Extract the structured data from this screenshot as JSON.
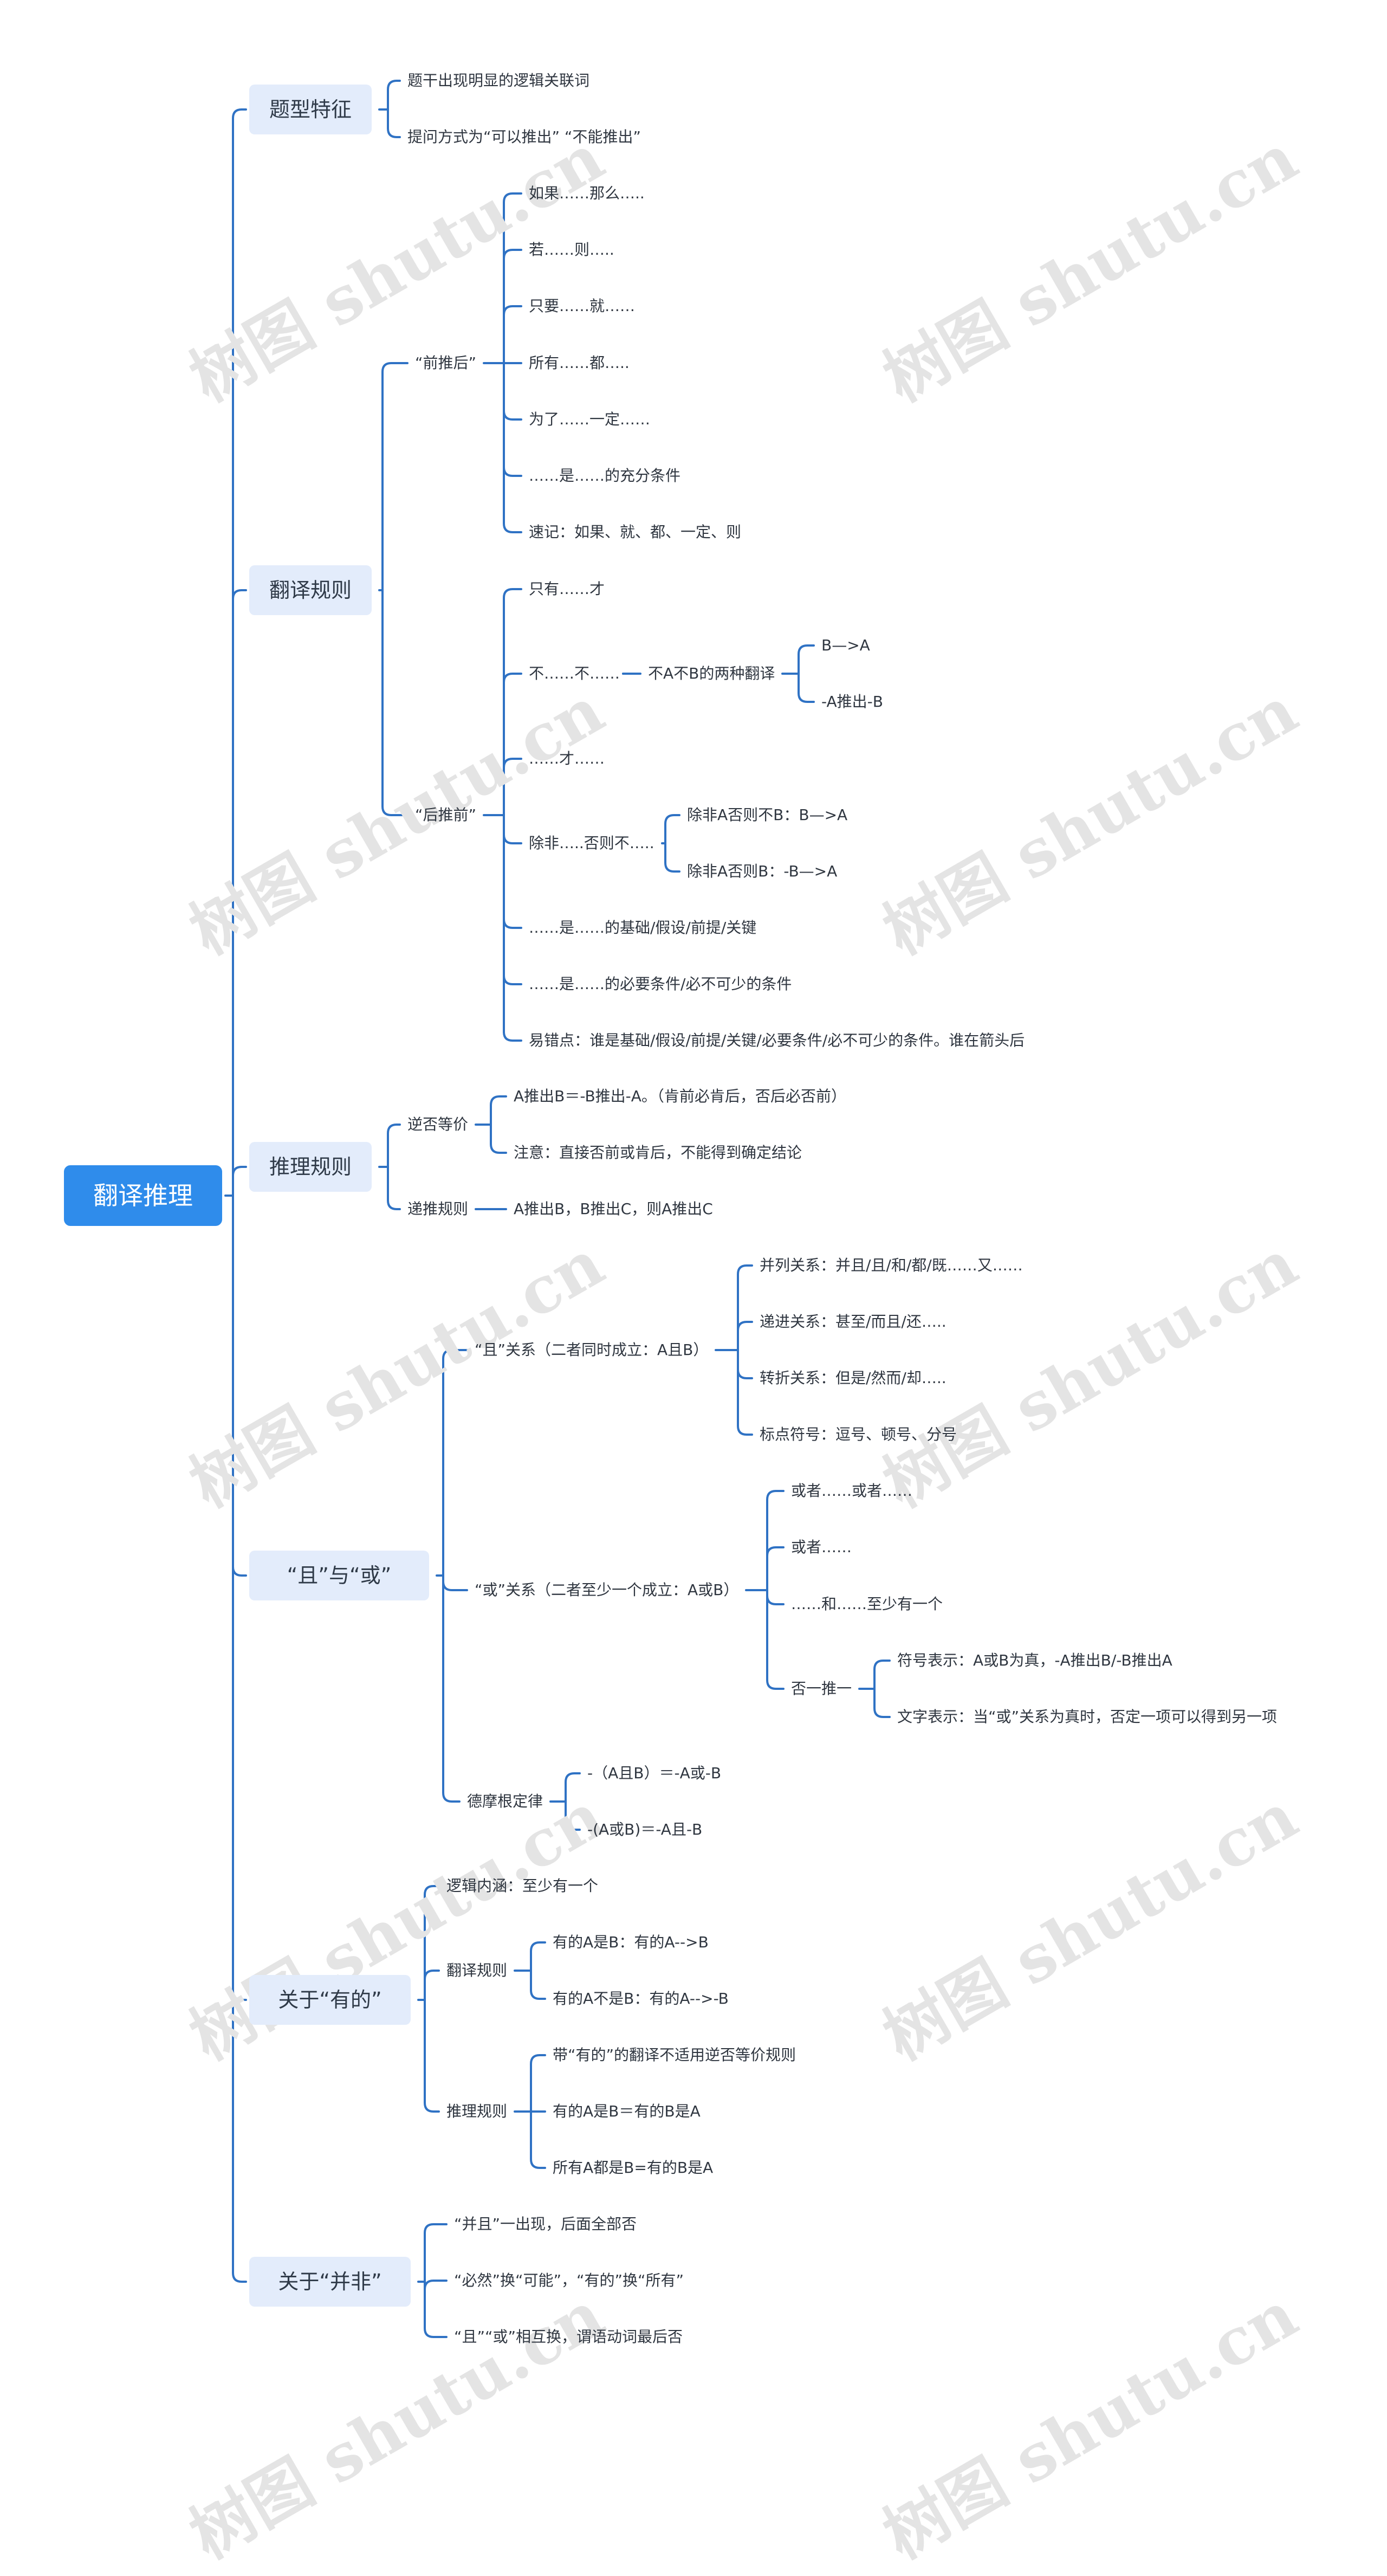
{
  "watermark": "树图 shutu.cn",
  "colors": {
    "root_bg": "#2f8ceb",
    "branch_bg": "#e3ecfb",
    "line": "#2f72c4"
  },
  "root": {
    "label": "翻译推理"
  },
  "branches": {
    "b1": {
      "label": "题型特征",
      "items": [
        "题干出现明显的逻辑关联词",
        "提问方式为“可以推出” “不能推出”"
      ]
    },
    "b2": {
      "label": "翻译规则",
      "qian": {
        "label": "“前推后”",
        "items": [
          "如果……那么…..",
          "若……则…..",
          "只要……就……",
          "所有……都…..",
          "为了……一定……",
          "……是……的充分条件",
          "速记：如果、就、都、一定、则"
        ]
      },
      "hou": {
        "label": "“后推前”",
        "items": [
          "只有……才",
          "不……不……",
          "……才……",
          "除非…..否则不…..",
          "……是……的基础/假设/前提/关键",
          "……是……的必要条件/必不可少的条件",
          "易错点：谁是基础/假设/前提/关键/必要条件/必不可少的条件。谁在箭头后"
        ],
        "bubu_sub": {
          "label": "不A不B的两种翻译",
          "items": [
            "B—>A",
            "-A推出-B"
          ]
        },
        "chufei_sub": [
          "除非A否则不B：B—>A",
          "除非A否则B：-B—>A"
        ]
      }
    },
    "b3": {
      "label": "推理规则",
      "nifou": {
        "label": "逆否等价",
        "items": [
          "A推出B＝-B推出-A。（肯前必肯后，否后必否前）",
          "注意：直接否前或肯后，不能得到确定结论"
        ]
      },
      "ditui": {
        "label": "递推规则",
        "item": "A推出B，B推出C，则A推出C"
      }
    },
    "b4": {
      "label": "“且”与“或”",
      "qie": {
        "label": "“且”关系（二者同时成立：A且B）",
        "items": [
          "并列关系：并且/且/和/都/既……又……",
          "递进关系：甚至/而且/还…..",
          "转折关系：但是/然而/却…..",
          "标点符号：逗号、顿号、分号"
        ]
      },
      "huo": {
        "label": "“或”关系（二者至少一个成立：A或B）",
        "items": [
          "或者……或者……",
          "或者……",
          "……和……至少有一个",
          "否一推一"
        ],
        "fou_sub": [
          "符号表示：A或B为真，-A推出B/-B推出A",
          "文字表示：当“或”关系为真时，否定一项可以得到另一项"
        ]
      },
      "demo": {
        "label": "德摩根定律",
        "items": [
          "-（A且B）＝-A或-B",
          "-(A或B)＝-A且-B"
        ]
      }
    },
    "b5": {
      "label": "关于“有的”",
      "luoji": "逻辑内涵：至少有一个",
      "fanyi": {
        "label": "翻译规则",
        "items": [
          "有的A是B：有的A-->B",
          "有的A不是B：有的A-->-B"
        ]
      },
      "tuili": {
        "label": "推理规则",
        "items": [
          "带“有的”的翻译不适用逆否等价规则",
          "有的A是B＝有的B是A",
          "所有A都是B=有的B是A"
        ]
      }
    },
    "b6": {
      "label": "关于“并非”",
      "items": [
        "“并且”一出现，后面全部否",
        "“必然”换“可能”，“有的”换“所有”",
        "“且”“或”相互换，谓语动词最后否"
      ]
    }
  }
}
